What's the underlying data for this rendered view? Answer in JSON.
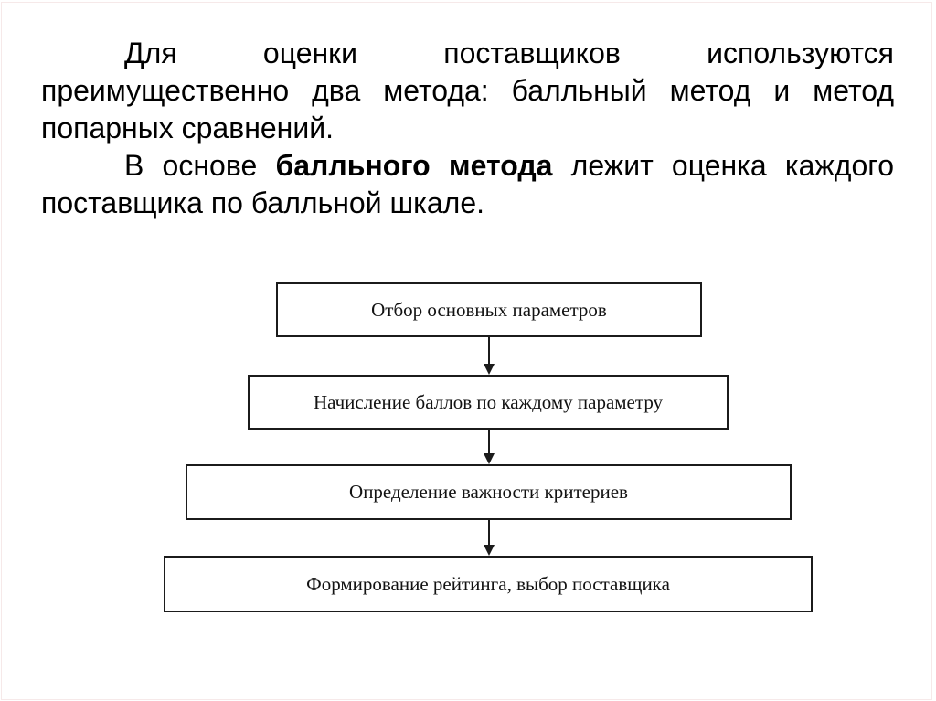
{
  "intro": {
    "paragraph1": {
      "line1": "Для оценки поставщиков используются",
      "line2": "преимущественно два метода: балльный метод и метод",
      "line3": "попарных сравнений."
    },
    "paragraph2": {
      "line1_pre": "В основе",
      "line1_bold": "балльного метода",
      "line1_post": "лежит оценка каждого",
      "line2": "поставщика по балльной шкале."
    }
  },
  "flowchart": {
    "boxes": [
      {
        "label": "Отбор основных параметров"
      },
      {
        "label": "Начисление баллов по каждому параметру"
      },
      {
        "label": "Определение важности критериев"
      },
      {
        "label": "Формирование рейтинга, выбор поставщика"
      }
    ]
  },
  "colors": {
    "background": "#ffffff",
    "text": "#000000",
    "box_border": "#1b1b1b",
    "slide_frame": "#f6e9e9"
  }
}
